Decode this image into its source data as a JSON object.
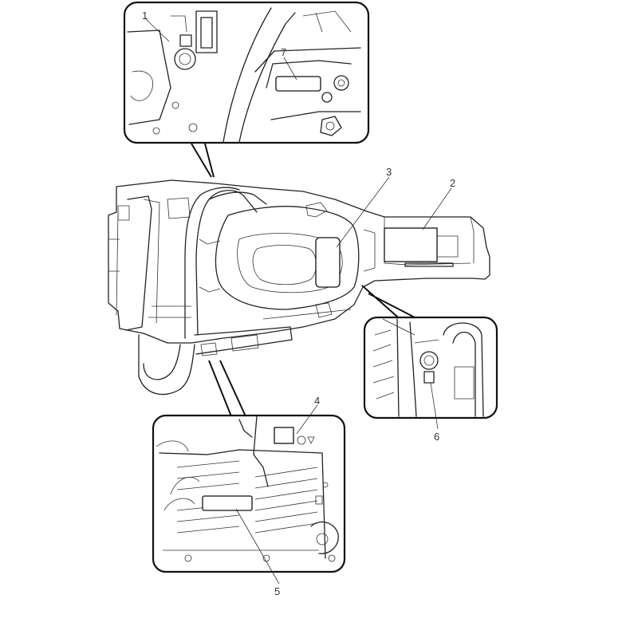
{
  "callouts": [
    {
      "id": "1",
      "label": "1"
    },
    {
      "id": "2",
      "label": "2"
    },
    {
      "id": "3",
      "label": "3"
    },
    {
      "id": "4",
      "label": "4"
    },
    {
      "id": "5",
      "label": "5"
    },
    {
      "id": "6",
      "label": "6"
    },
    {
      "id": "7",
      "label": "7"
    }
  ],
  "colors": {
    "line": "#222222",
    "background": "#ffffff"
  }
}
